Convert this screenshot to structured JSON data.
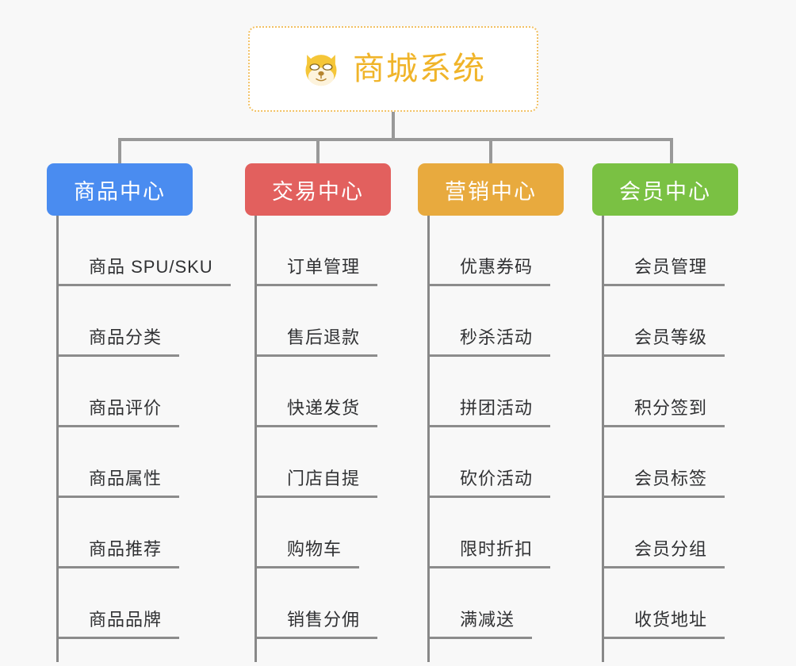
{
  "page": {
    "background_color": "#f8f8f8",
    "text_color": "#303133",
    "line_color": "#8c8c8c"
  },
  "root": {
    "title": "商城系统",
    "icon": "shiba-dog-face-emoji",
    "border_color": "#f2c164",
    "title_color": "#f0b429",
    "background_color": "#ffffff"
  },
  "branches": [
    {
      "label": "商品中心",
      "color": "#4a8cf0",
      "items": [
        "商品 SPU/SKU",
        "商品分类",
        "商品评价",
        "商品属性",
        "商品推荐",
        "商品品牌"
      ]
    },
    {
      "label": "交易中心",
      "color": "#e2605e",
      "items": [
        "订单管理",
        "售后退款",
        "快递发货",
        "门店自提",
        "购物车",
        "销售分佣"
      ]
    },
    {
      "label": "营销中心",
      "color": "#e8aa3e",
      "items": [
        "优惠券码",
        "秒杀活动",
        "拼团活动",
        "砍价活动",
        "限时折扣",
        "满减送"
      ]
    },
    {
      "label": "会员中心",
      "color": "#7ac143",
      "items": [
        "会员管理",
        "会员等级",
        "积分签到",
        "会员标签",
        "会员分组",
        "收货地址"
      ]
    }
  ]
}
